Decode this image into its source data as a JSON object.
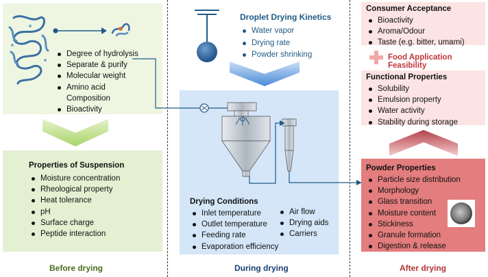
{
  "before": {
    "hydrolysis_items": [
      "Degree of hydrolysis",
      "Separate & purify",
      "Molecular weight",
      "Amino acid Composition",
      "Bioactivity"
    ],
    "suspension_title": "Properties of Suspension",
    "suspension_items": [
      "Moisture concentration",
      "Rheological property",
      "Heat tolerance",
      "pH",
      "Surface charge",
      "Peptide interaction"
    ],
    "footer": "Before drying"
  },
  "during": {
    "kinetics_title": "Droplet Drying Kinetics",
    "kinetics_items": [
      "Water vapor",
      "Drying rate",
      "Powder shrinking"
    ],
    "conditions_title": "Drying Conditions",
    "conditions_left": [
      "Inlet temperature",
      "Outlet temperature",
      "Feeding rate",
      "Evaporation efficiency"
    ],
    "conditions_right": [
      "Air flow",
      "Drying aids",
      "Carriers"
    ],
    "footer": "During drying"
  },
  "after": {
    "consumer_title": "Consumer Acceptance",
    "consumer_items": [
      "Bioactivity",
      "Aroma/Odour",
      "Taste (e.g. bitter, umami)"
    ],
    "feasibility_label": "Food Application Feasibility",
    "functional_title": "Functional Properties",
    "functional_items": [
      "Solubility",
      "Emulsion property",
      "Water activity",
      "Stability during storage"
    ],
    "powder_title": "Powder Properties",
    "powder_items": [
      "Particle size distribution",
      "Morphology",
      "Glass transition",
      "Moisture content",
      "Stickiness",
      "Granule formation",
      "Digestion & release"
    ],
    "footer": "After drying"
  },
  "colors": {
    "green_panel": "#eef6e2",
    "green_panel_dark": "#e3f0d2",
    "blue_panel": "#d4e6f8",
    "blue_accent": "#1f5a86",
    "pink_panel": "#fbe4e3",
    "red_panel": "#e37d7e",
    "red_text": "#c2353b",
    "footer_green": "#4a6b1a",
    "footer_blue": "#1a3f73",
    "footer_red": "#b23434"
  }
}
